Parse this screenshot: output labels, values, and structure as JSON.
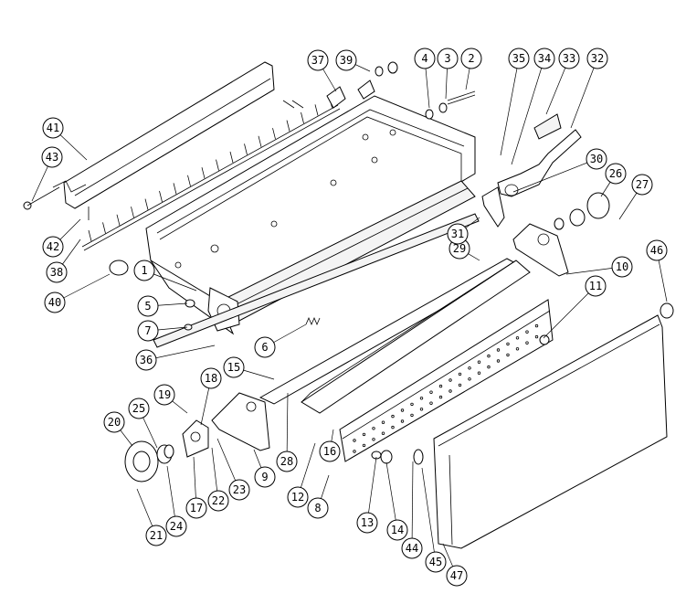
{
  "callouts": [
    "1",
    "2",
    "3",
    "4",
    "5",
    "6",
    "7",
    "8",
    "9",
    "10",
    "11",
    "12",
    "13",
    "14",
    "15",
    "16",
    "17",
    "18",
    "19",
    "20",
    "21",
    "22",
    "23",
    "24",
    "25",
    "26",
    "27",
    "28",
    "29",
    "30",
    "31",
    "32",
    "33",
    "34",
    "35",
    "36",
    "37",
    "38",
    "39",
    "40",
    "41",
    "42",
    "43",
    "44",
    "45",
    "46",
    "47"
  ]
}
